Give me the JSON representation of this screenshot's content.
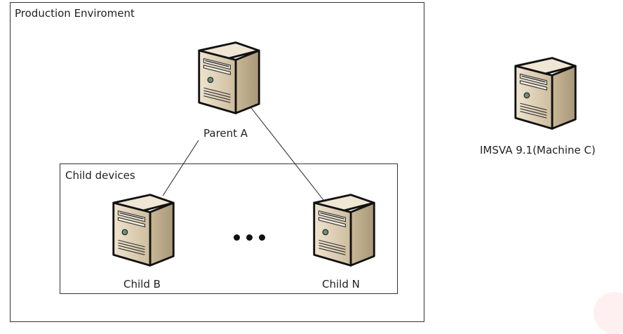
{
  "environment": {
    "label": "Production Enviroment",
    "child_group_label": "Child devices"
  },
  "nodes": {
    "parent": {
      "label": "Parent A",
      "icon": "server-icon"
    },
    "child_b": {
      "label": "Child B",
      "icon": "server-icon"
    },
    "child_n": {
      "label": "Child N",
      "icon": "server-icon"
    },
    "machine_c": {
      "label": "IMSVA 9.1(Machine C)",
      "icon": "server-icon"
    }
  },
  "ellipsis_icon": "ellipsis-icon",
  "colors": {
    "server_body": "#d8cab0",
    "server_side": "#b6a68a",
    "server_top": "#ebe0cc",
    "outline": "#1a1a1a",
    "frame": "#333333"
  }
}
